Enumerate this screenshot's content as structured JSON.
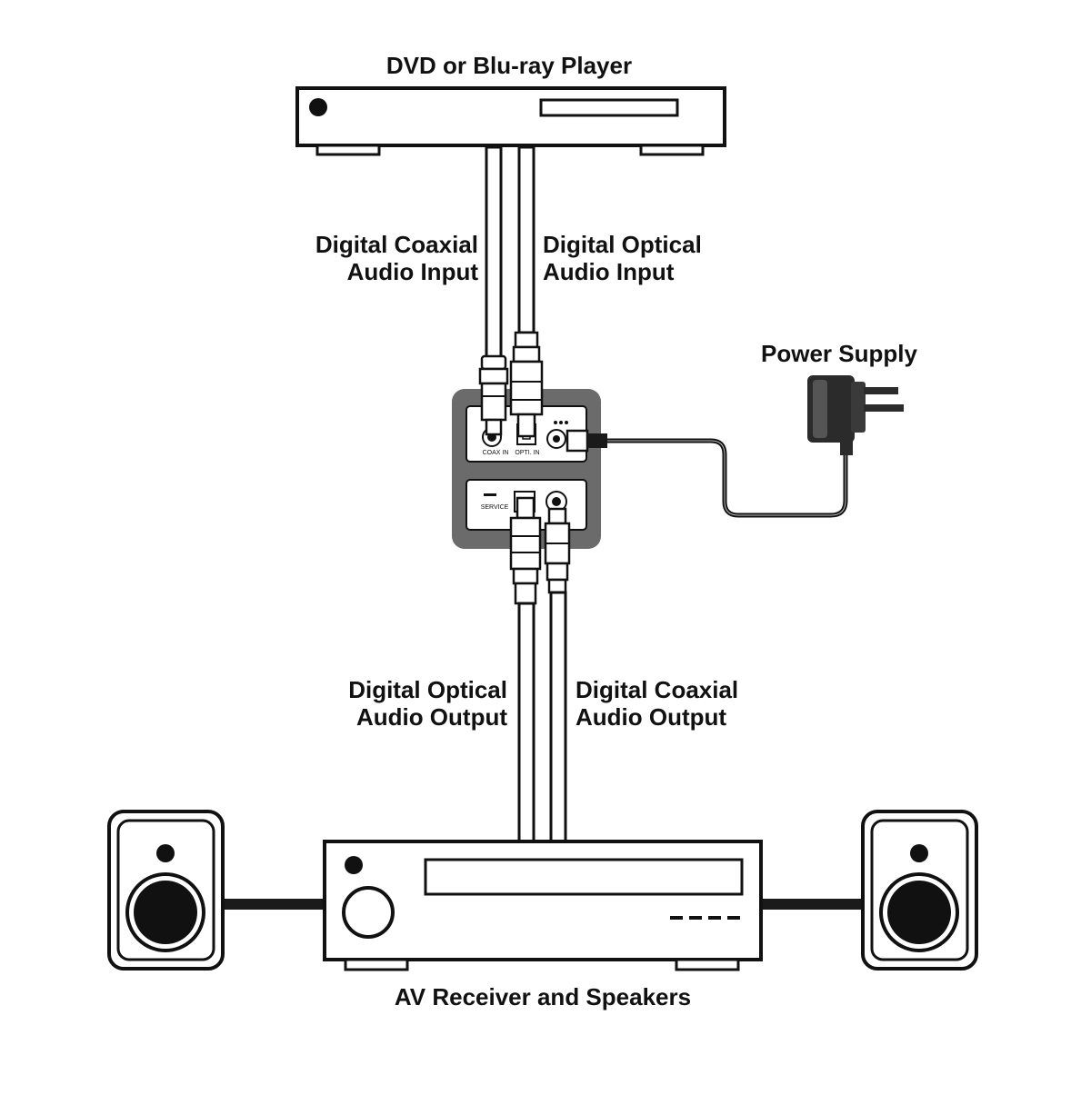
{
  "labels": {
    "source_device": "DVD or Blu-ray Player",
    "coax_input_line1": "Digital Coaxial",
    "coax_input_line2": "Audio Input",
    "optical_input_line1": "Digital Optical",
    "optical_input_line2": "Audio Input",
    "power_supply": "Power Supply",
    "optical_output_line1": "Digital Optical",
    "optical_output_line2": "Audio Output",
    "coax_output_line1": "Digital Coaxial",
    "coax_output_line2": "Audio Output",
    "sink_device": "AV Receiver and Speakers"
  },
  "ports": {
    "coax_in": "COAX IN",
    "opti_in": "OPTI. IN",
    "service": "SERVICE"
  },
  "colors": {
    "line": "#111111",
    "device_body": "#6b6b6b",
    "adapter": "#2b2b2b"
  },
  "icons": [
    "dvd-player-icon",
    "converter-device-icon",
    "power-adapter-icon",
    "av-receiver-icon",
    "speaker-icon"
  ]
}
